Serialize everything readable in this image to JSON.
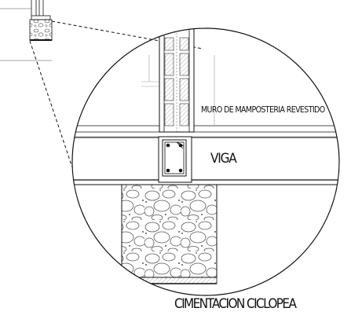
{
  "labels": {
    "wall": "MURO DE MAMPOSTERIA REVESTIDO",
    "beam": "VIGA",
    "foundation": "CIMENTACION CICLOPEA"
  },
  "colors": {
    "line": "#111111",
    "detail": "#666666",
    "background": "#ffffff"
  }
}
